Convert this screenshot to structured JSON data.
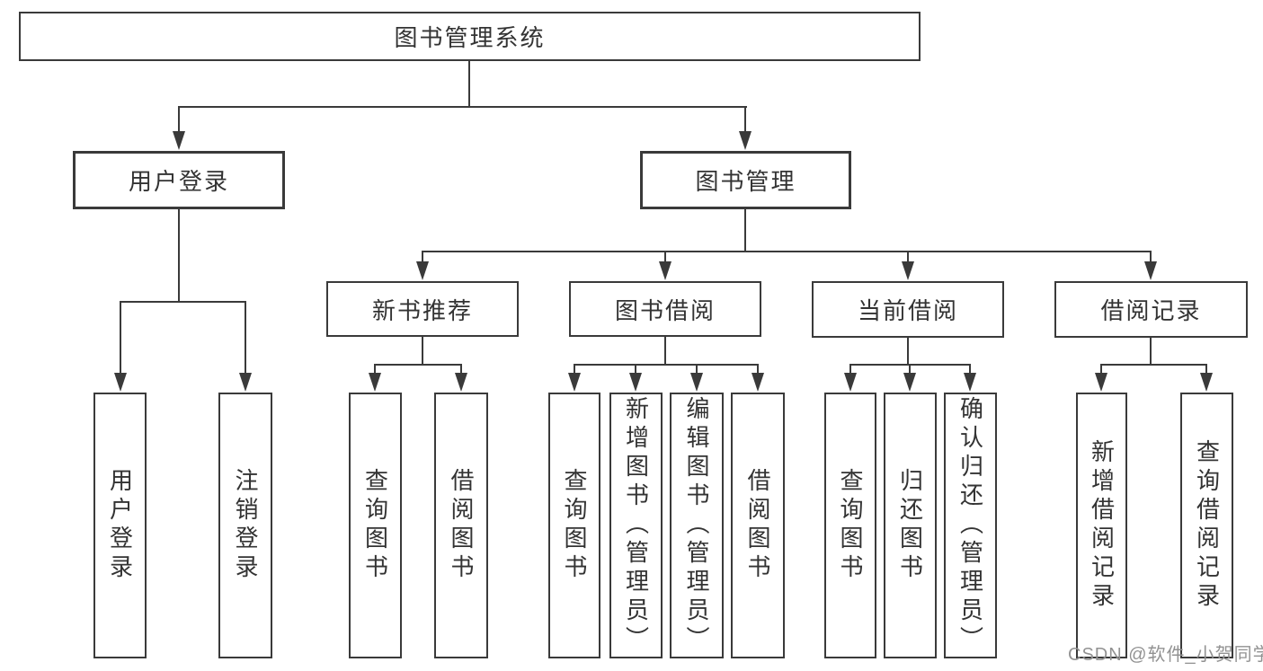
{
  "tree": {
    "label": "图书管理系统",
    "children": [
      {
        "label": "用户登录",
        "children": [
          {
            "label": "用户登录"
          },
          {
            "label": "注销登录"
          }
        ]
      },
      {
        "label": "图书管理",
        "children": [
          {
            "label": "新书推荐",
            "children": [
              {
                "label": "查询图书"
              },
              {
                "label": "借阅图书"
              }
            ]
          },
          {
            "label": "图书借阅",
            "children": [
              {
                "label": "查询图书"
              },
              {
                "label": "新增图书（管理员）"
              },
              {
                "label": "编辑图书（管理员）"
              },
              {
                "label": "借阅图书"
              }
            ]
          },
          {
            "label": "当前借阅",
            "children": [
              {
                "label": "查询图书"
              },
              {
                "label": "归还图书"
              },
              {
                "label": "确认归还（管理员）"
              }
            ]
          },
          {
            "label": "借阅记录",
            "children": [
              {
                "label": "新增借阅记录"
              },
              {
                "label": "查询借阅记录"
              }
            ]
          }
        ]
      }
    ]
  },
  "watermark": {
    "text": "CSDN @软件_小贺同学"
  },
  "colors": {
    "line": "#3a3a3a",
    "text": "#333333",
    "watermark": "#929292",
    "background": "#ffffff"
  }
}
